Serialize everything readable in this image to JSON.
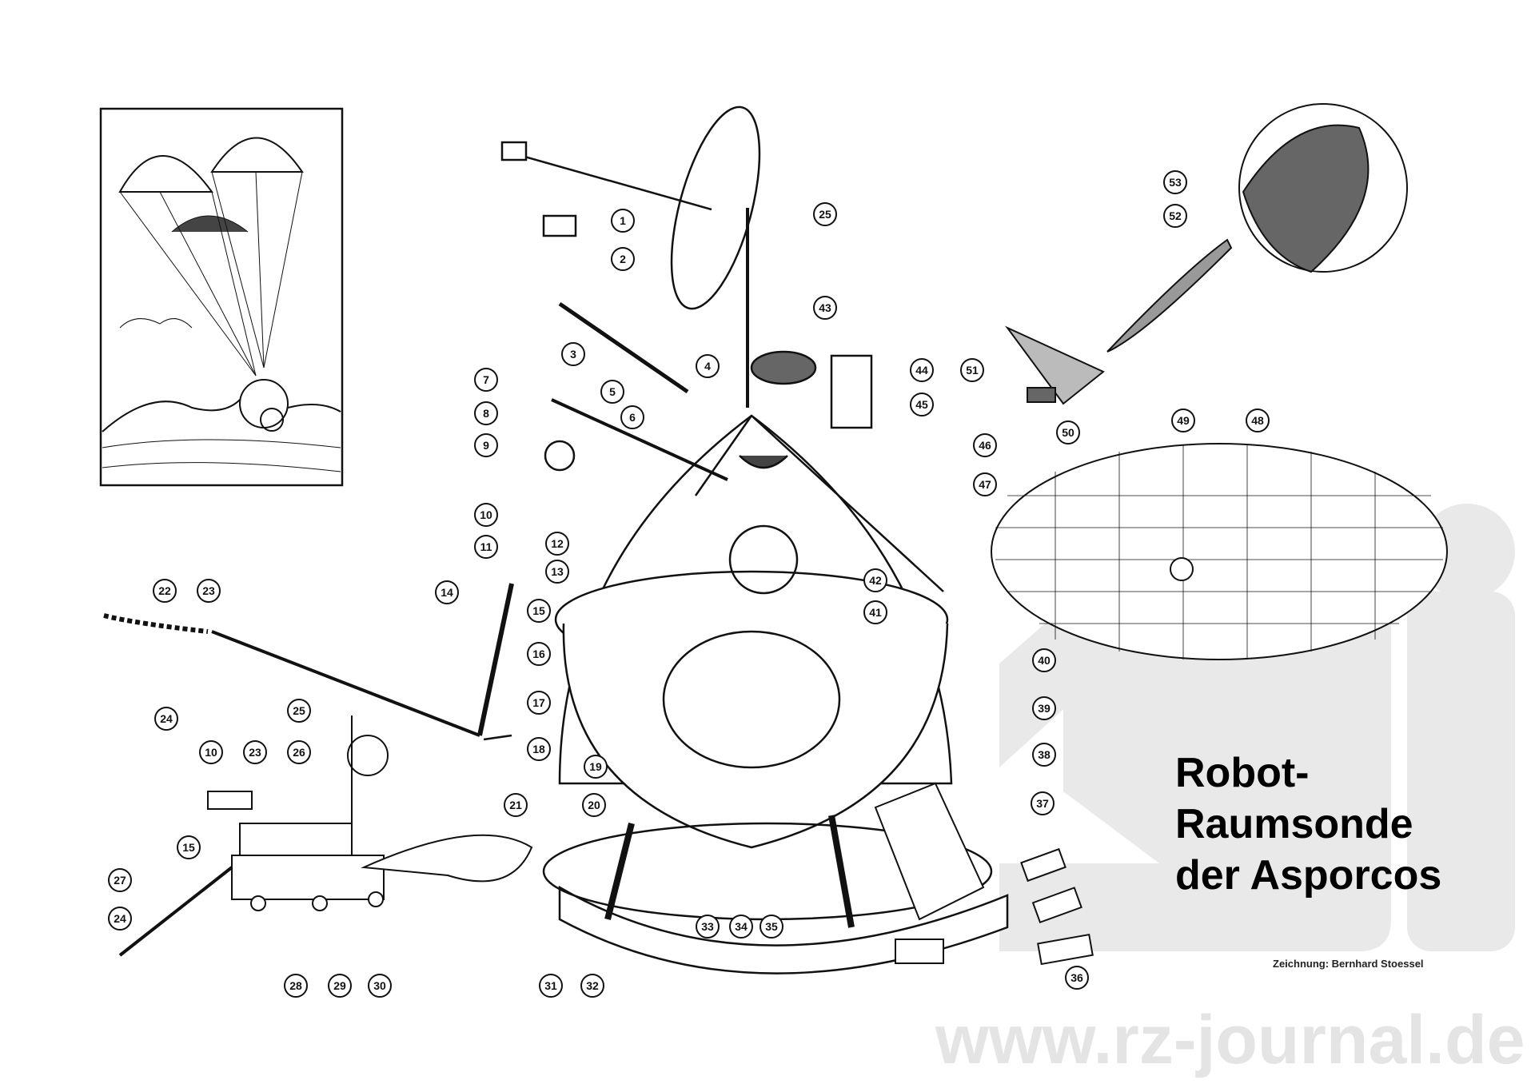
{
  "title_lines": [
    "Robot-",
    "Raumsonde",
    "der Asporcos"
  ],
  "credit": "Zeichnung: Bernhard Stoessel",
  "watermark": "www.rz-journal.de",
  "callouts": [
    "1",
    "2",
    "3",
    "4",
    "5",
    "6",
    "7",
    "8",
    "9",
    "10",
    "11",
    "12",
    "13",
    "14",
    "15",
    "16",
    "17",
    "18",
    "19",
    "20",
    "21",
    "22",
    "23",
    "24",
    "25",
    "25",
    "10",
    "23",
    "26",
    "15",
    "27",
    "24",
    "28",
    "29",
    "30",
    "31",
    "32",
    "33",
    "34",
    "35",
    "36",
    "37",
    "38",
    "39",
    "40",
    "41",
    "42",
    "43",
    "44",
    "45",
    "46",
    "47",
    "48",
    "49",
    "50",
    "51",
    "52",
    "53"
  ],
  "colors": {
    "ink": "#111111",
    "watermark": "#e4e4e4",
    "background": "#ffffff"
  }
}
